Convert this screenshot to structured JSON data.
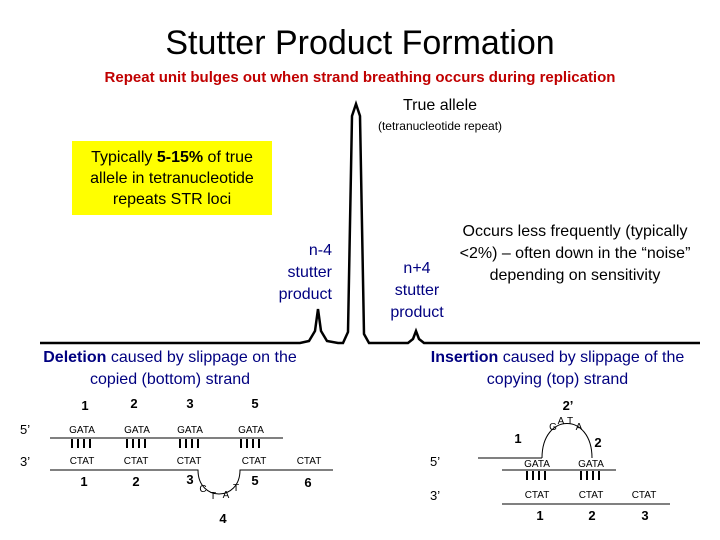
{
  "title": "Stutter Product Formation",
  "subtitle": "Repeat unit bulges out when strand breathing occurs during replication",
  "true_allele": {
    "label": "True allele",
    "sub": "(tetranucleotide repeat)"
  },
  "callout": {
    "prefix": "Typically ",
    "highlight": "5-15%",
    "suffix": " of true allele in tetranucleotide repeats STR loci"
  },
  "n_minus_4": {
    "line1": "n-4",
    "line2": "stutter",
    "line3": "product"
  },
  "n_plus_4": {
    "line1": "n+4",
    "line2": "stutter",
    "line3": "product"
  },
  "occurs": "Occurs less frequently (typically <2%) – often down in the “noise” depending on sensitivity",
  "deletion": {
    "bold": "Deletion",
    "rest": " caused by slippage on the copied (bottom) strand"
  },
  "insertion": {
    "bold": "Insertion",
    "rest": " caused by slippage of the copying (top) strand"
  },
  "left_diagram": {
    "top_numbers": [
      "1",
      "2",
      "3",
      "5"
    ],
    "top_units": [
      "GATA",
      "GATA",
      "GATA",
      "GATA"
    ],
    "bottom_units": [
      "CTAT",
      "CTAT",
      "CTAT",
      "CTAT",
      "CTAT"
    ],
    "bottom_numbers": [
      "1",
      "2",
      "3",
      "5",
      "6"
    ],
    "bulge_numbers": [
      "4"
    ],
    "bulge_letters": [
      "C",
      "T",
      "A",
      "T"
    ],
    "end_5": "5’",
    "end_3": "3’"
  },
  "right_diagram": {
    "numbers_top": [
      "2’",
      "1",
      "2"
    ],
    "bulge_letters": [
      "G",
      "A",
      "T",
      "A"
    ],
    "top_units": [
      "GATA",
      "GATA"
    ],
    "bottom_units": [
      "CTAT",
      "CTAT",
      "CTAT"
    ],
    "bottom_numbers": [
      "1",
      "2",
      "3"
    ],
    "end_5": "5’",
    "end_3": "3’"
  },
  "colors": {
    "subtitle": "#c00000",
    "callout_bg": "#ffff00",
    "label_blue": "#000080"
  }
}
